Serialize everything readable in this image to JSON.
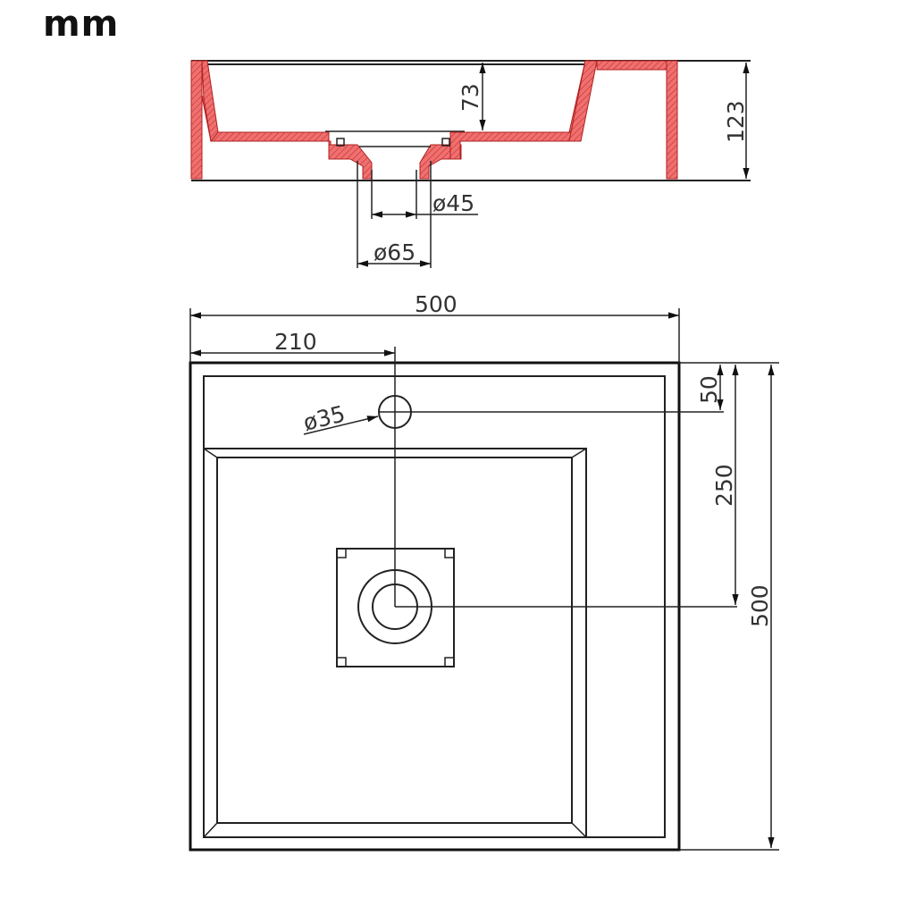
{
  "units": "mm",
  "colors": {
    "section_fill": "#f07070",
    "section_hatch": "#c03030",
    "line": "#222222",
    "text": "#333333",
    "background": "#ffffff"
  },
  "section_view": {
    "inner_depth": "73",
    "total_height": "123",
    "drain_inner_diameter": "ø45",
    "drain_outer_diameter": "ø65"
  },
  "top_view": {
    "overall_width": "500",
    "tap_hole_offset_x": "210",
    "tap_hole_diameter": "ø35",
    "tap_hole_offset_y": "50",
    "drain_offset_y": "250",
    "overall_depth": "500"
  }
}
